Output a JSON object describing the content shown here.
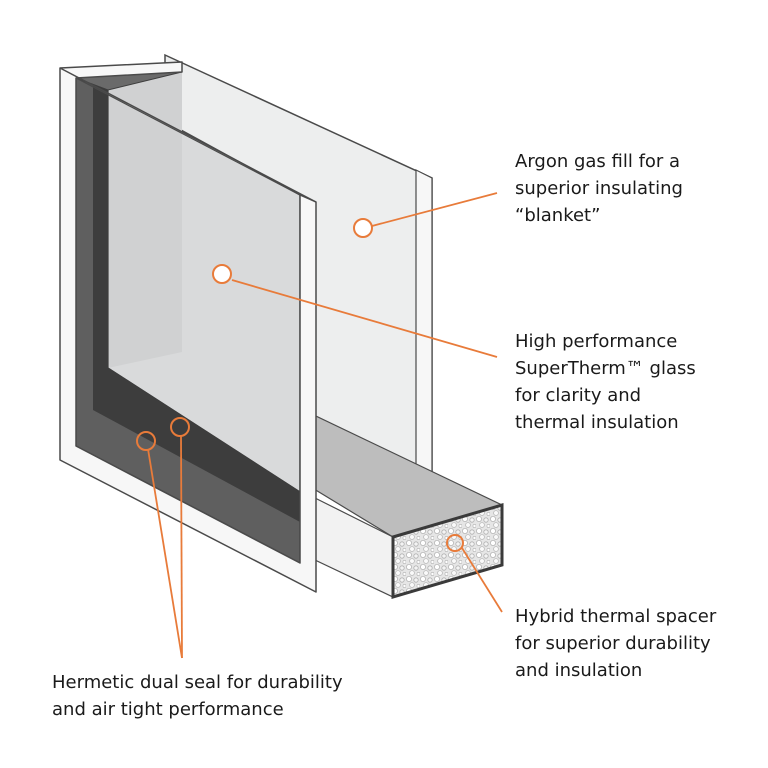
{
  "colors": {
    "callout": "#e87b3a",
    "frame_outline": "#4a4a4a",
    "pane_back": "#edeeee",
    "pane_front": "#d9dadb",
    "seal_dark": "#3d3d3d",
    "seal_mid": "#5f5f5f",
    "spacer_top": "#bdbdbd",
    "spacer_face": "#8e8e8e",
    "glass_edge": "#f7f7f7"
  },
  "callouts": [
    {
      "id": "argon",
      "lines": [
        "Argon gas fill for a",
        "superior insulating",
        "“blanket”"
      ]
    },
    {
      "id": "glass",
      "lines": [
        "High performance",
        "SuperTherm™ glass",
        "for clarity and",
        "thermal insulation"
      ]
    },
    {
      "id": "spacer",
      "lines": [
        "Hybrid thermal spacer",
        "for superior durability",
        "and insulation"
      ]
    },
    {
      "id": "seal",
      "lines": [
        "Hermetic dual seal for durability",
        "and air tight performance"
      ]
    }
  ]
}
